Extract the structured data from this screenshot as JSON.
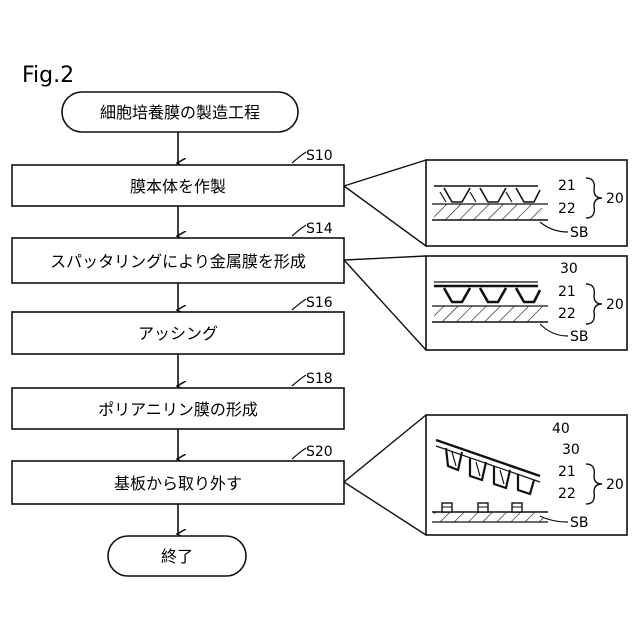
{
  "figure": {
    "label": "Fig.2"
  },
  "flow": {
    "start": "細胞培養膜の製造工程",
    "steps": [
      {
        "id": "S10",
        "text": "膜本体を作製"
      },
      {
        "id": "S14",
        "text": "スパッタリングにより金属膜を形成"
      },
      {
        "id": "S16",
        "text": "アッシング"
      },
      {
        "id": "S18",
        "text": "ポリアニリン膜の形成"
      },
      {
        "id": "S20",
        "text": "基板から取り外す"
      }
    ],
    "end": "終了"
  },
  "insets": [
    {
      "step": "S10",
      "refs": [
        "21",
        "22",
        "20",
        "SB"
      ]
    },
    {
      "step": "S14",
      "refs": [
        "30",
        "21",
        "22",
        "20",
        "SB"
      ]
    },
    {
      "step": "S20",
      "refs": [
        "40",
        "30",
        "21",
        "22",
        "20",
        "SB"
      ]
    }
  ]
}
